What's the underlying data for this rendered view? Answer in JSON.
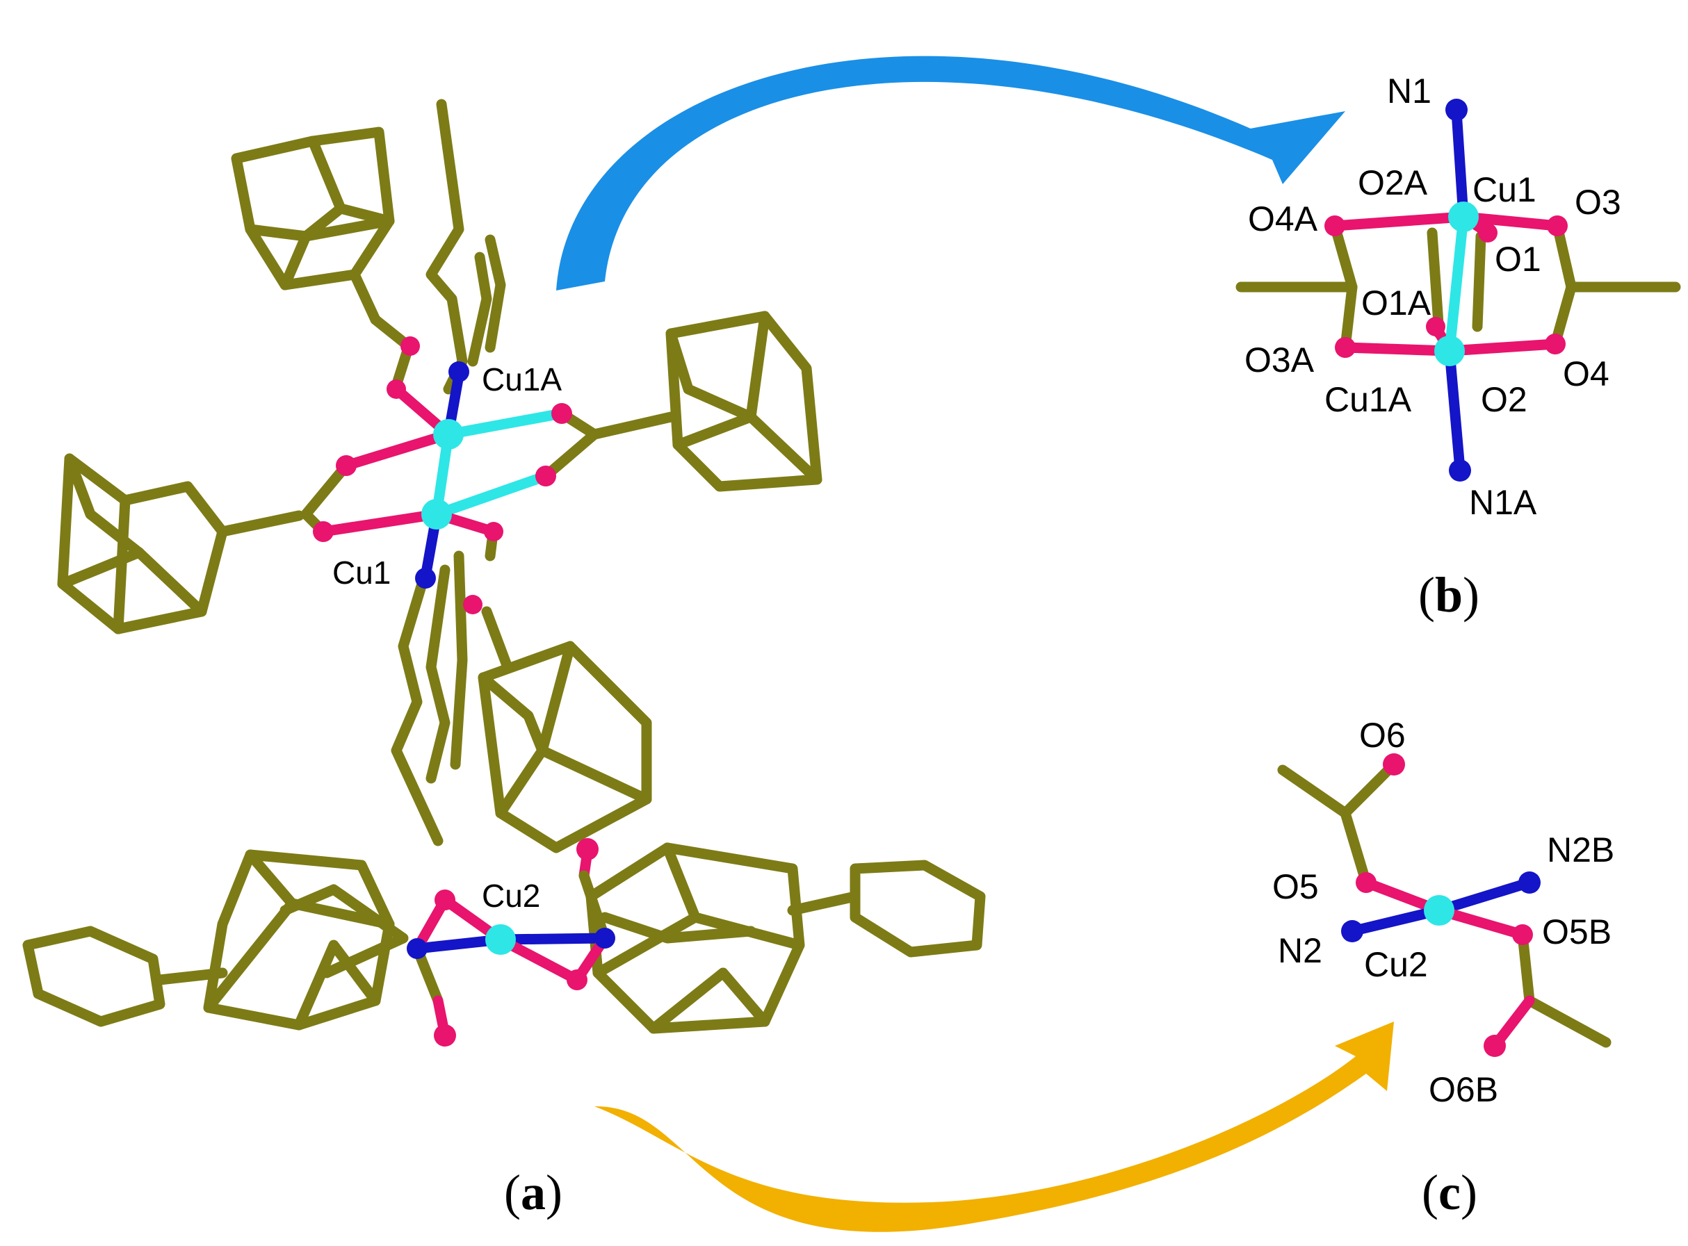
{
  "colors": {
    "carbon_bond": "#7d7b16",
    "oxygen": "#e8146e",
    "nitrogen": "#1414c8",
    "copper": "#2ee6e6",
    "arrow_blue": "#1a8fe6",
    "arrow_orange": "#f2b000",
    "background": "#ffffff"
  },
  "panels": {
    "a": {
      "label_open": "(",
      "label_letter": "a",
      "label_close": ")",
      "atoms": {
        "cu1a": "Cu1A",
        "cu1": "Cu1",
        "cu2": "Cu2"
      }
    },
    "b": {
      "label_open": "(",
      "label_letter": "b",
      "label_close": ")",
      "atoms": {
        "n1": "N1",
        "o2a": "O2A",
        "cu1": "Cu1",
        "o3": "O3",
        "o4a": "O4A",
        "o1": "O1",
        "o1a": "O1A",
        "o3a": "O3A",
        "o4": "O4",
        "cu1a": "Cu1A",
        "o2": "O2",
        "n1a": "N1A"
      }
    },
    "c": {
      "label_open": "(",
      "label_letter": "c",
      "label_close": ")",
      "atoms": {
        "o6": "O6",
        "n2b": "N2B",
        "o5": "O5",
        "n2": "N2",
        "o5b": "O5B",
        "cu2": "Cu2",
        "o6b": "O6B"
      }
    }
  },
  "arrows": [
    {
      "from": "a",
      "to": "b",
      "color_name": "arrow_blue"
    },
    {
      "from": "a",
      "to": "c",
      "color_name": "arrow_orange"
    }
  ]
}
